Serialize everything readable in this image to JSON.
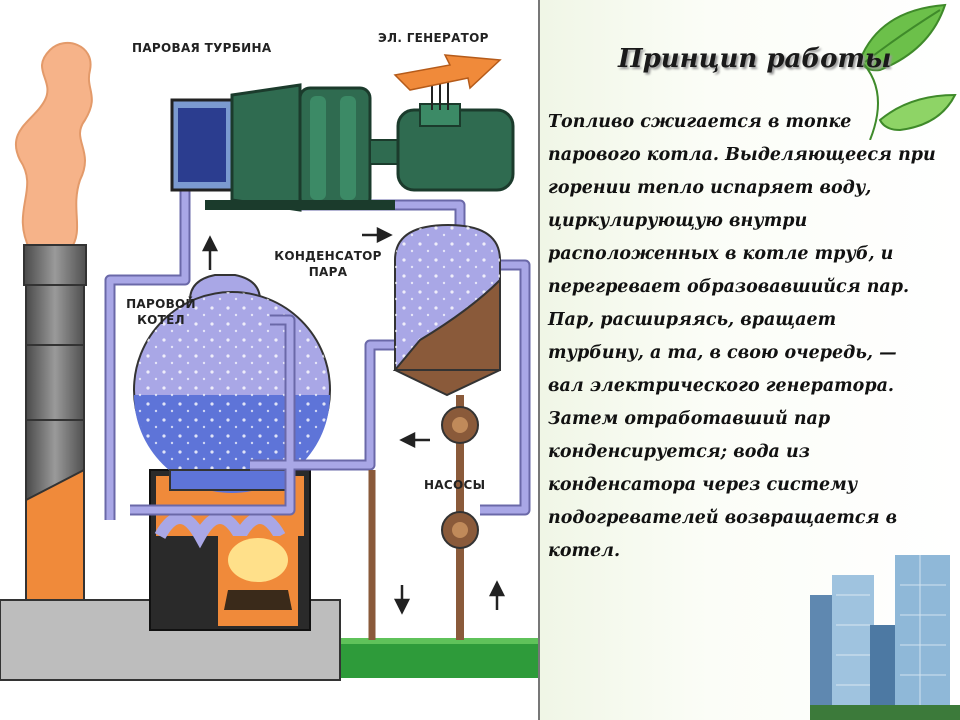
{
  "slide": {
    "title": "Принцип работы",
    "body_lines": [
      "Топливо сжигается в топке",
      "парового котла. Выделяющееся при",
      "горении тепло испаряет воду,",
      "циркулирующую внутри",
      "расположенных в котле труб, и",
      "перегревает образовавшийся пар.",
      "Пар, расширяясь, вращает",
      "турбину, а та, в свою очередь, —",
      "вал электрического генератора.",
      "Затем отработавший пар",
      "конденсируется; вода из",
      "конденсатора через систему",
      "подогревателей возвращается в",
      "котел."
    ]
  },
  "diagram": {
    "labels": {
      "steam_turbine": "ПАРОВАЯ ТУРБИНА",
      "generator": "ЭЛ. ГЕНЕРАТОР",
      "condenser_line1": "КОНДЕНСАТОР",
      "condenser_line2": "ПАРА",
      "boiler_line1": "ПАРОВОЙ",
      "boiler_line2": "КОТЕЛ",
      "pumps": "НАСОСЫ"
    }
  },
  "colors": {
    "pipe": "#a9a7e6",
    "water": "#5e74d8",
    "fire": "#f08a3a",
    "turbine": "#2f6b50",
    "chimney": "#6c6c6c",
    "grass": "#2e9b3a"
  }
}
